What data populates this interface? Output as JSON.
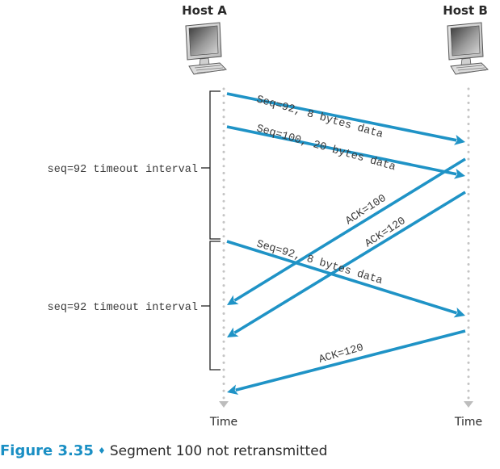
{
  "hosts": {
    "a": {
      "label": "Host A",
      "icon": "computer-icon"
    },
    "b": {
      "label": "Host B",
      "icon": "computer-icon"
    }
  },
  "time_labels": {
    "a": "Time",
    "b": "Time"
  },
  "colors": {
    "arrow": "#1f93c6",
    "timeline": "#c4c4c4",
    "caption_accent": "#1a8fc4",
    "text": "#2a2a2a"
  },
  "timeout_intervals": [
    {
      "label": "seq=92 timeout interval"
    },
    {
      "label": "seq=92 timeout interval"
    }
  ],
  "messages": [
    {
      "label": "Seq=92, 8 bytes data",
      "from": "A",
      "to": "B"
    },
    {
      "label": "Seq=100, 20 bytes data",
      "from": "A",
      "to": "B"
    },
    {
      "label": "ACK=100",
      "from": "B",
      "to": "A"
    },
    {
      "label": "ACK=120",
      "from": "B",
      "to": "A"
    },
    {
      "label": "Seq=92, 8 bytes data",
      "from": "A",
      "to": "B"
    },
    {
      "label": "ACK=120",
      "from": "B",
      "to": "A"
    }
  ],
  "caption": {
    "figure": "Figure 3.35",
    "separator": "♦",
    "text": "Segment 100 not retransmitted"
  }
}
